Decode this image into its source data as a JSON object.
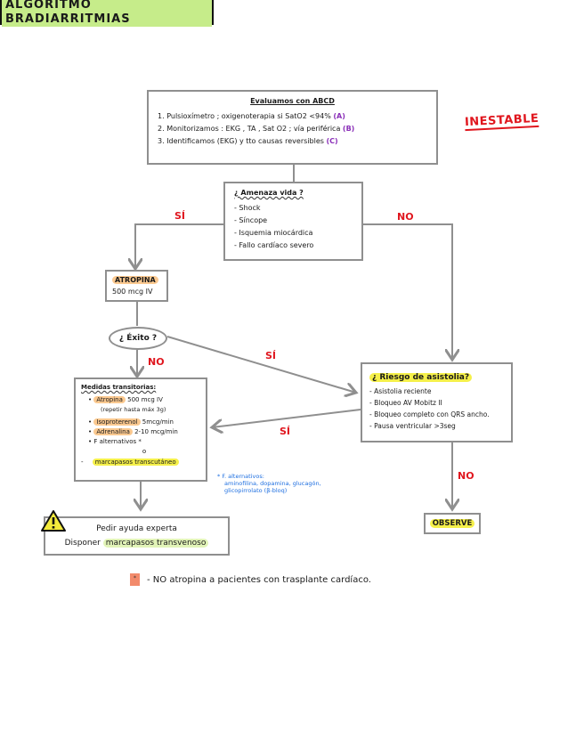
{
  "title": "ALGORITMO BRADIARRITMIAS",
  "side_label": "INESTABLE",
  "box_abcd": {
    "header": "Evaluamos con ABCD",
    "items": [
      {
        "num": "1.",
        "text": "Pulsioxímetro ; oxigenoterapia si SatO2 <94%",
        "tag": "(A)"
      },
      {
        "num": "2.",
        "text": "Monitorizamos : EKG , TA , Sat O2 ; vía periférica",
        "tag": "(B)"
      },
      {
        "num": "3.",
        "text": "Identificamos (EKG) y tto causas reversibles",
        "tag": "(C)"
      }
    ]
  },
  "box_amenaza": {
    "header": "¿ Amenaza vida ?",
    "items": [
      "- Shock",
      "- Síncope",
      "- Isquemia miocárdica",
      "- Fallo cardíaco severo"
    ]
  },
  "labels": {
    "yes1": "SÍ",
    "no1": "NO",
    "yes2": "SÍ",
    "no2": "NO",
    "yes3": "SÍ",
    "no3": "NO"
  },
  "box_atropina": {
    "title": "ATROPINA",
    "dose": "500 mcg IV"
  },
  "exito": "¿ Éxito ?",
  "box_medidas": {
    "header": "Medidas transitorias:",
    "items": [
      {
        "bullet": "•",
        "highlight": "Atropina",
        "text": " 500 mcg IV",
        "sub": "(repetir hasta máx 3g)"
      },
      {
        "bullet": "•",
        "highlight": "Isoproterenol",
        "text": " 5mcg/min"
      },
      {
        "bullet": "•",
        "highlight": "Adrenalina",
        "text": " 2-10 mcg/min"
      },
      {
        "bullet": "•",
        "highlight": "",
        "text": "F alternativos *"
      }
    ],
    "or": "o",
    "last": {
      "bullet": "-",
      "highlight": "marcapasos transcutáneo"
    }
  },
  "blue_note": {
    "line1": "* F. alternativos:",
    "line2": "aminofilina, dopamina, glucagón,",
    "line3": "glicopirrolato (β-bloq)"
  },
  "box_riesgo": {
    "header": "¿ Riesgo de asistolia?",
    "items": [
      "- Asistolia reciente",
      "- Bloqueo AV Mobitz II",
      "- Bloqueo completo con QRS ancho.",
      "- Pausa ventricular >3seg"
    ]
  },
  "box_ayuda": {
    "line1": "Pedir ayuda experta",
    "line2_prefix": "Disponer ",
    "line2_highlight": "marcapasos transvenoso"
  },
  "box_observe": "OBSERVE",
  "footnote": {
    "tag": "*",
    "text": "- NO atropina a pacientes con trasplante cardíaco."
  },
  "colors": {
    "line_gray": "#8f8f8f",
    "red": "#e0161e",
    "purple": "#8a2fb8",
    "title_green": "#c6ec8a",
    "orange_highlight": "#fbc990",
    "yellow_highlight": "#f5f04a",
    "blue_note": "#1e6fe0"
  }
}
